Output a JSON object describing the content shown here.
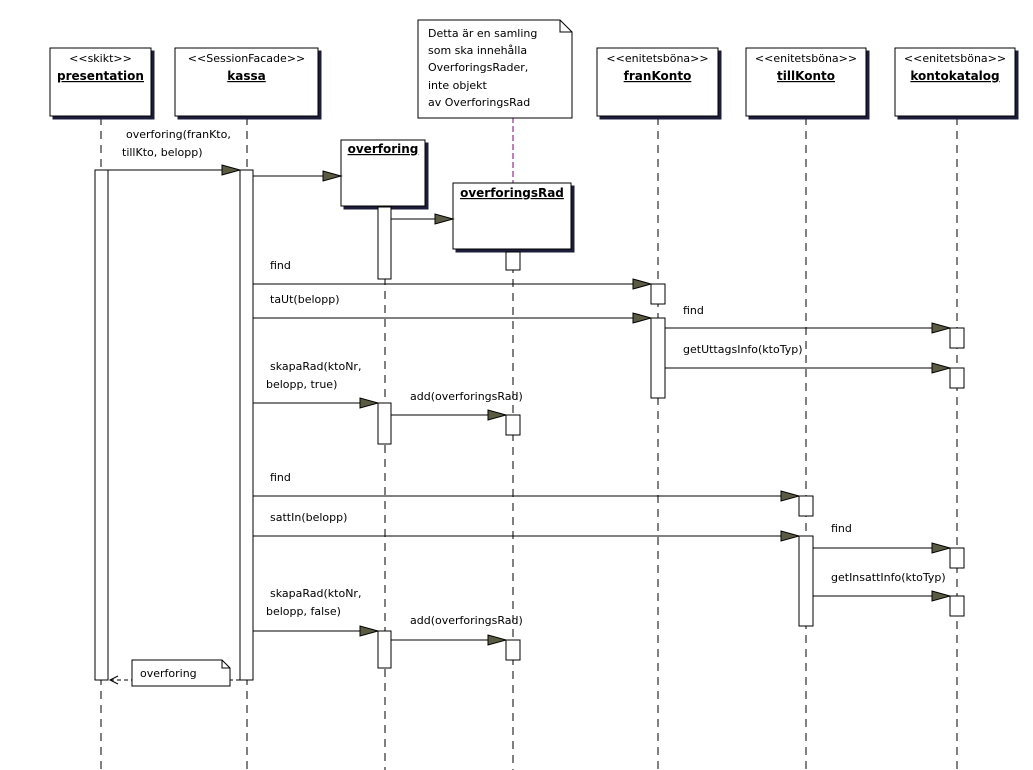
{
  "diagram": {
    "lifelines": [
      {
        "stereotype": "<<skikt>>",
        "name": "presentation"
      },
      {
        "stereotype": "<<SessionFacade>>",
        "name": "kassa"
      },
      {
        "stereotype": "",
        "name": "overforing"
      },
      {
        "stereotype": "",
        "name": "overforingsRad"
      },
      {
        "stereotype": "<<enitetsböna>>",
        "name": "franKonto"
      },
      {
        "stereotype": "<<enitetsböna>>",
        "name": "tillKonto"
      },
      {
        "stereotype": "<<enitetsböna>>",
        "name": "kontokatalog"
      }
    ],
    "note": {
      "lines": [
        "Detta är en samling",
        "som ska innehålla",
        "OverforingsRader,",
        "inte objekt",
        "av OverforingsRad"
      ]
    },
    "messages": {
      "m1": [
        "overforing(franKto,",
        "tillKto, belopp)"
      ],
      "m_find_fran": "find",
      "m_tautut": "taUt(belopp)",
      "m_find_kat1": "find",
      "m_getuttag": "getUttagsInfo(ktoTyp)",
      "m_skapa1": [
        "skapaRad(ktoNr,",
        "belopp, true)"
      ],
      "m_add1": "add(overforingsRad)",
      "m_find_till": "find",
      "m_sattin": "sattIn(belopp)",
      "m_find_kat2": "find",
      "m_getinsatt": "getInsattInfo(ktoTyp)",
      "m_skapa2": [
        "skapaRad(ktoNr,",
        "belopp, false)"
      ],
      "m_add2": "add(overforingsRad)",
      "m_return": "overforing"
    }
  }
}
